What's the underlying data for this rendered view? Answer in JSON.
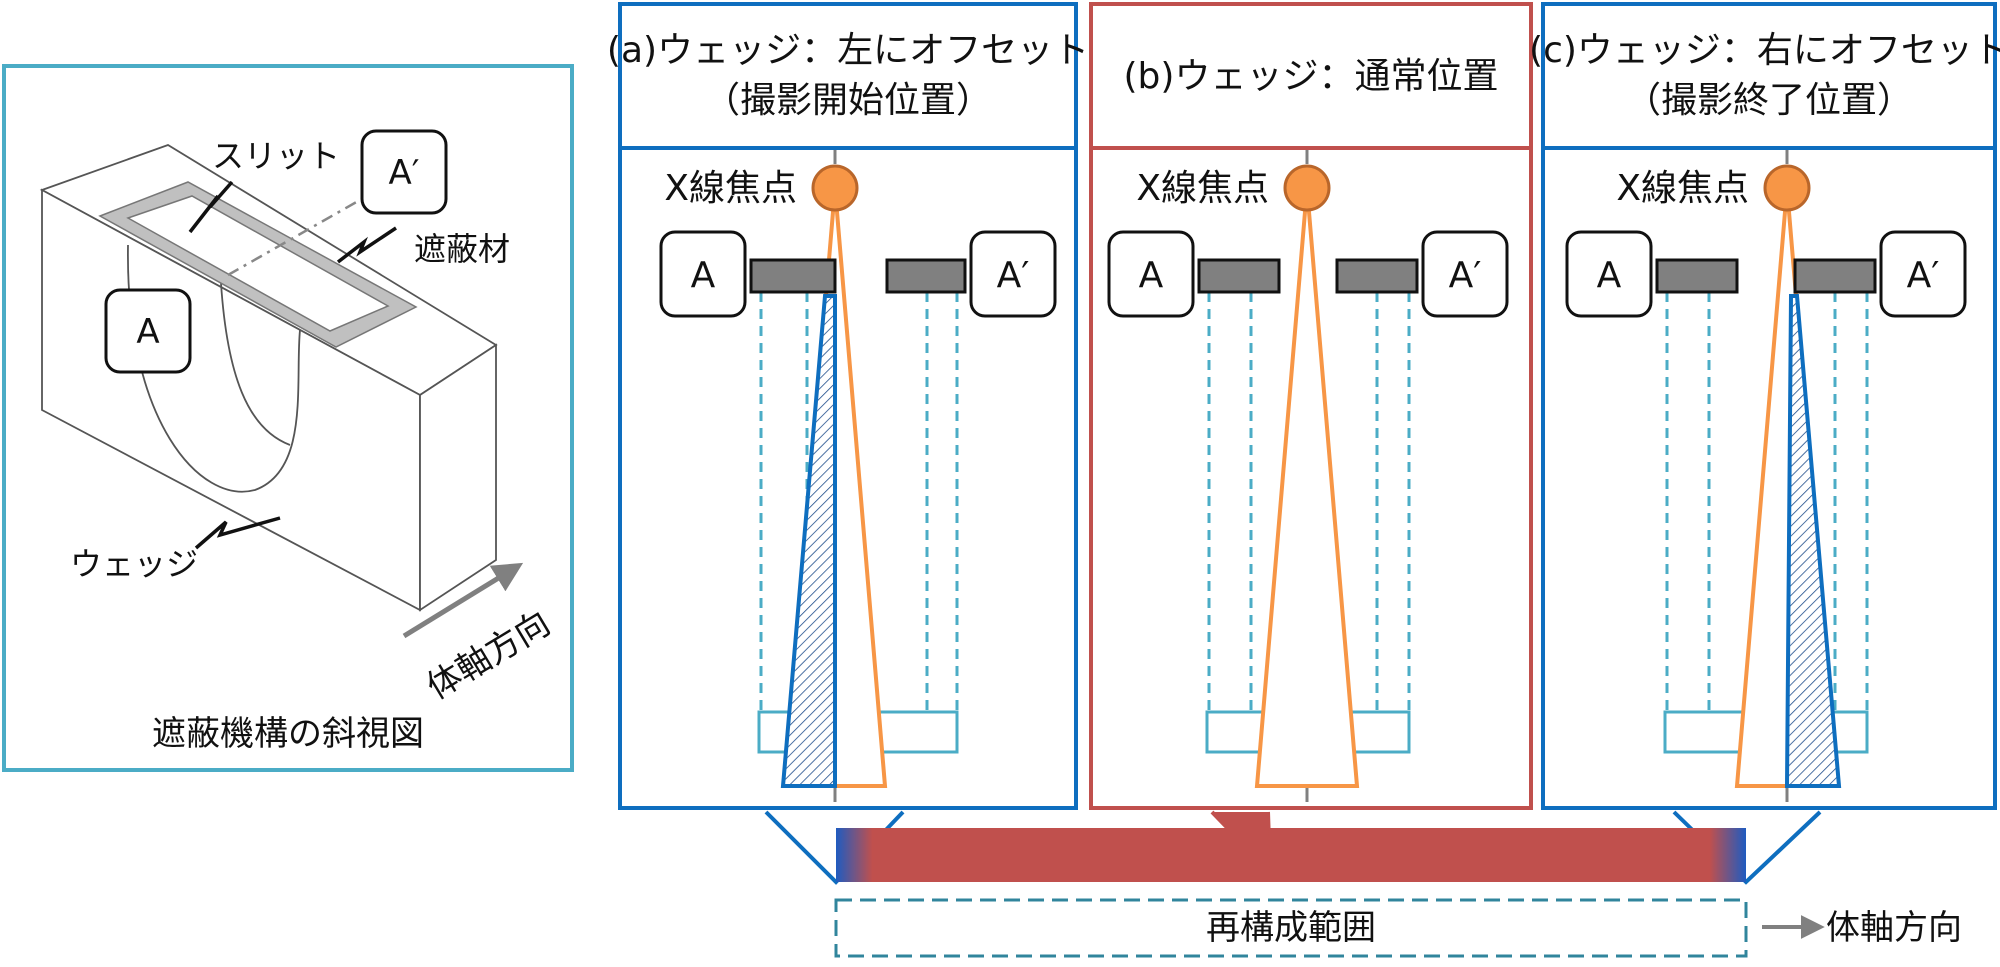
{
  "perspective": {
    "caption": "遮蔽機構の斜視図",
    "label_slit": "スリット",
    "label_shield": "遮蔽材",
    "label_wedge": "ウェッジ",
    "label_axis": "体軸方向",
    "marker_a": "A",
    "marker_a_prime": "A′"
  },
  "panels": [
    {
      "title_line1": "(a)ウェッジ：左にオフセット",
      "title_line2": "（撮影開始位置）",
      "focal_label": "X線焦点",
      "marker_left": "A",
      "marker_right": "A′",
      "wedge_offset": "left"
    },
    {
      "title_line1": "(b)ウェッジ：通常位置",
      "title_line2": "",
      "focal_label": "X線焦点",
      "marker_left": "A",
      "marker_right": "A′",
      "wedge_offset": "none"
    },
    {
      "title_line1": "(c)ウェッジ：右にオフセット",
      "title_line2": "（撮影終了位置）",
      "focal_label": "X線焦点",
      "marker_left": "A",
      "marker_right": "A′",
      "wedge_offset": "right"
    }
  ],
  "reconstruction": {
    "label": "再構成範囲",
    "axis_label": "体軸方向"
  },
  "colors": {
    "frame_perspective": "#4bacc6",
    "frame_blue": "#0e6ebf",
    "frame_red": "#c0504d",
    "orange": "#f79646",
    "band_red": "#c0504d",
    "band_blue": "#1f5bc0",
    "collimator": "#808080",
    "dashed_cyan": "#4bacc6"
  }
}
